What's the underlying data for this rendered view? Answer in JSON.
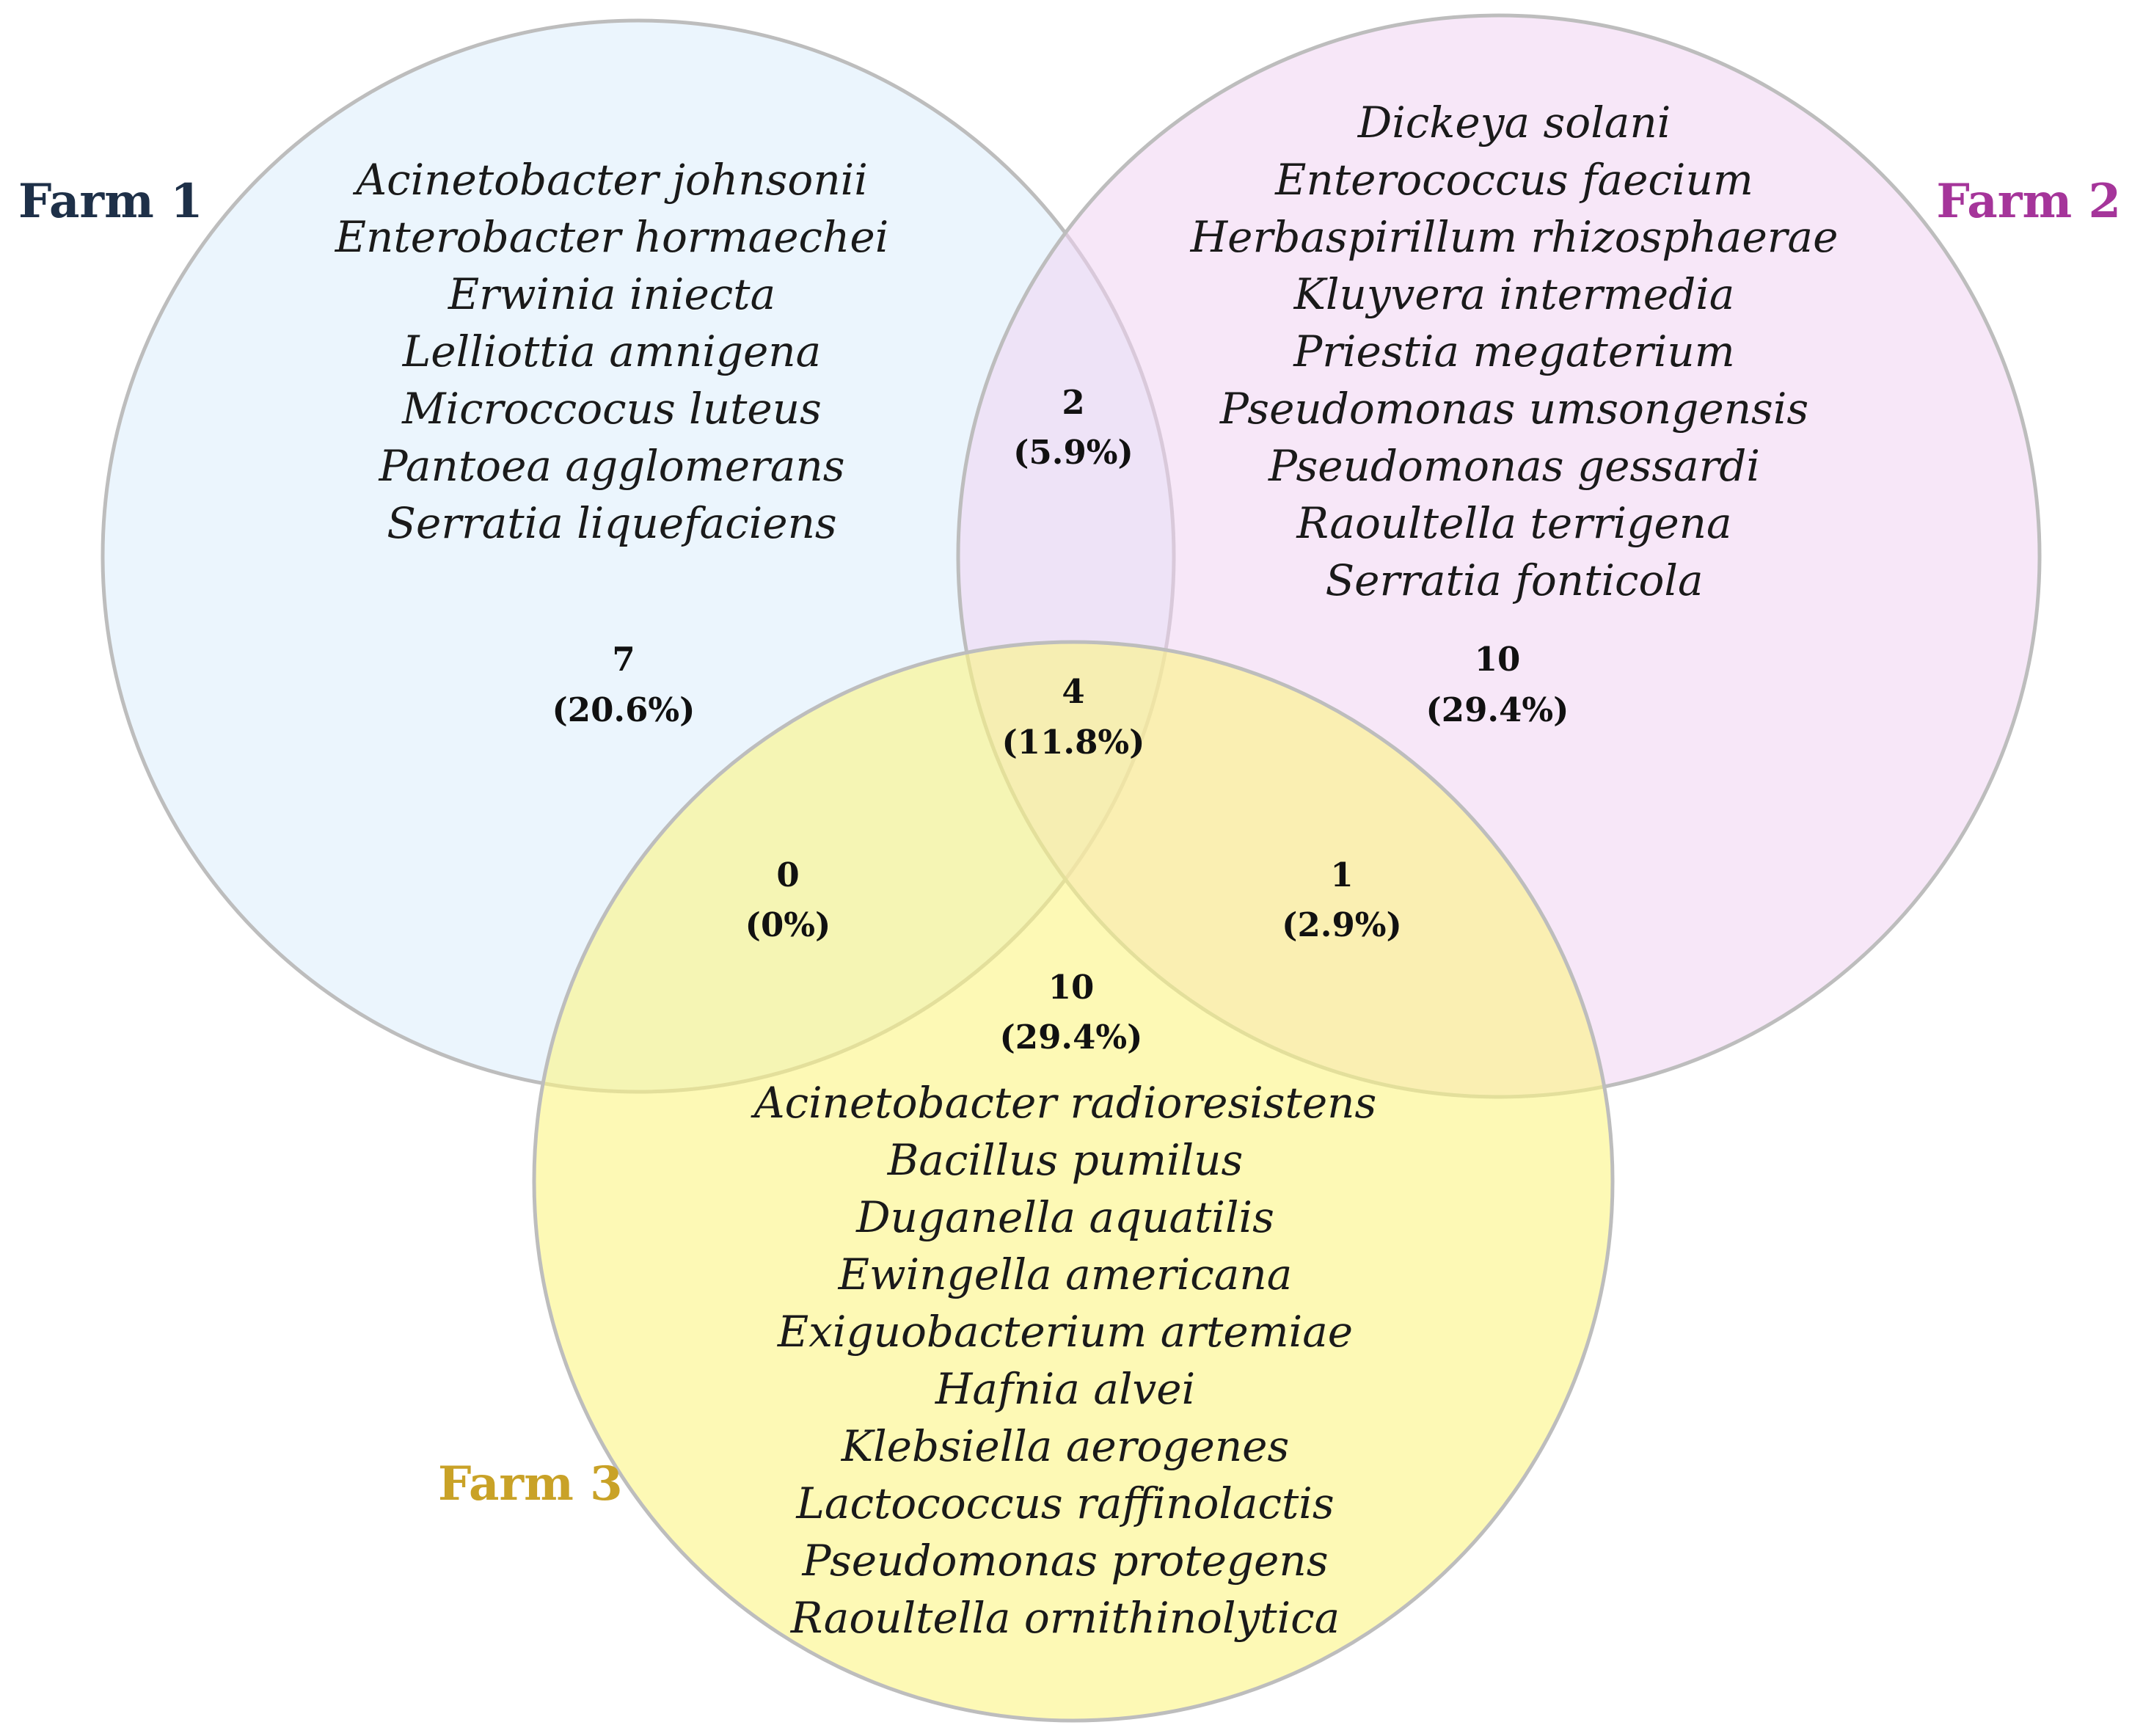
{
  "sets": [
    {
      "id": "farm1",
      "label": "Farm 1",
      "label_color": "#1e3048",
      "fill": "#d8ecfb",
      "species": [
        "Acinetobacter johnsonii",
        "Enterobacter hormaechei",
        "Erwinia iniecta",
        "Lelliottia amnigena",
        "Microccocus luteus",
        "Pantoea agglomerans",
        "Serratia liquefaciens"
      ]
    },
    {
      "id": "farm2",
      "label": "Farm 2",
      "label_color": "#a5359a",
      "fill": "#f1d4f3",
      "species": [
        "Dickeya solani",
        "Enterococcus faecium",
        "Herbaspirillum rhizosphaerae",
        "Kluyvera intermedia",
        "Priestia megaterium",
        "Pseudomonas umsongensis",
        "Pseudomonas gessardi",
        "Raoultella terrigena",
        "Serratia fonticola"
      ]
    },
    {
      "id": "farm3",
      "label": "Farm 3",
      "label_color": "#c9a227",
      "fill": "#fbf583",
      "species": [
        "Acinetobacter radioresistens",
        "Bacillus pumilus",
        "Duganella aquatilis",
        "Ewingella americana",
        "Exiguobacterium artemiae",
        "Hafnia alvei",
        "Klebsiella aerogenes",
        "Lactococcus raffinolactis",
        "Pseudomonas protegens",
        "Raoultella ornithinolytica"
      ]
    }
  ],
  "regions": {
    "farm1_only": {
      "count": "7",
      "percent": "(20.6%)"
    },
    "farm2_only": {
      "count": "10",
      "percent": "(29.4%)"
    },
    "farm3_only": {
      "count": "10",
      "percent": "(29.4%)"
    },
    "farm1_farm2": {
      "count": "2",
      "percent": "(5.9%)"
    },
    "farm1_farm3": {
      "count": "0",
      "percent": "(0%)"
    },
    "farm2_farm3": {
      "count": "1",
      "percent": "(2.9%)"
    },
    "all": {
      "count": "4",
      "percent": "(11.8%)"
    }
  }
}
